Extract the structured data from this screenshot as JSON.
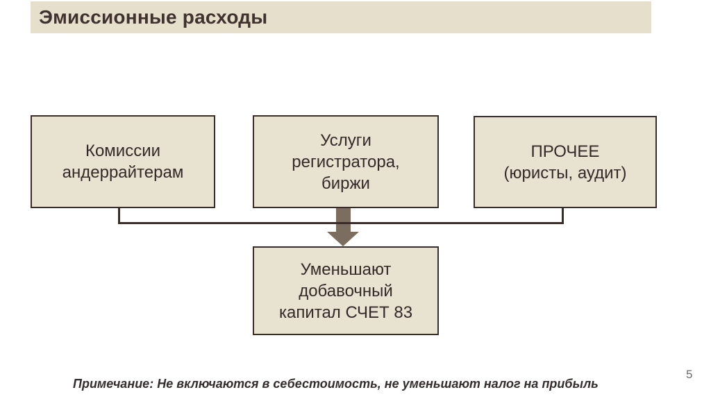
{
  "slide": {
    "title": "Эмиссионные расходы",
    "page_number": "5",
    "note": "Примечание: Не включаются в себестоимость, не уменьшают налог на прибыль"
  },
  "diagram": {
    "top_boxes": [
      {
        "label": "Комиссии\nандеррайтерам"
      },
      {
        "label": "Услуги\nрегистратора,\nбиржи"
      },
      {
        "label": "ПРОЧЕЕ\n(юристы, аудит)"
      }
    ],
    "result_box": {
      "label": "Уменьшают\nдобавочный\nкапитал СЧЕТ 83"
    },
    "arrow_icon": "down-arrow",
    "colors": {
      "box_fill": "#e8e2d1",
      "box_border": "#3a2d29",
      "title_bar_fill": "#e5dfcc",
      "title_text": "#40332f",
      "arrow_gray": "#7b6e60",
      "connector_line": "#3a2d29",
      "note_text": "#332d2d",
      "page_number": "#6b6b6b"
    }
  }
}
